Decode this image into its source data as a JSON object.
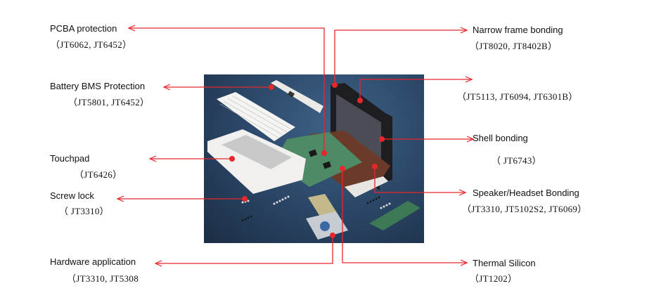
{
  "title": "Laptop adhesive application diagram",
  "accent_color": "#e8262b",
  "image": {
    "subject": "exploded-view-laptop"
  },
  "callouts": {
    "pcba": {
      "label": "PCBA protection",
      "codes": "（JT6062,  JT6452）"
    },
    "battery": {
      "label": "Battery BMS Protection",
      "codes": "（JT5801,  JT6452）"
    },
    "touchpad": {
      "label": "Touchpad",
      "codes": "（JT6426）"
    },
    "screw": {
      "label": "Screw lock",
      "codes": "（ JT3310）"
    },
    "hardware": {
      "label": "Hardware application",
      "codes": "（JT3310,  JT5308"
    },
    "narrow_frame": {
      "label": "Narrow frame bonding",
      "codes": "（JT8020,  JT8402B）"
    },
    "frame2": {
      "label": "",
      "codes": "（JT5113,  JT6094,  JT6301B）"
    },
    "shell": {
      "label": "Shell bonding",
      "codes": "（ JT6743）"
    },
    "speaker": {
      "label": "Speaker/Headset Bonding",
      "codes": "（JT3310,  JT5102S2,  JT6069）"
    },
    "thermal": {
      "label": "Thermal Silicon",
      "codes": "（JT1202）"
    }
  }
}
